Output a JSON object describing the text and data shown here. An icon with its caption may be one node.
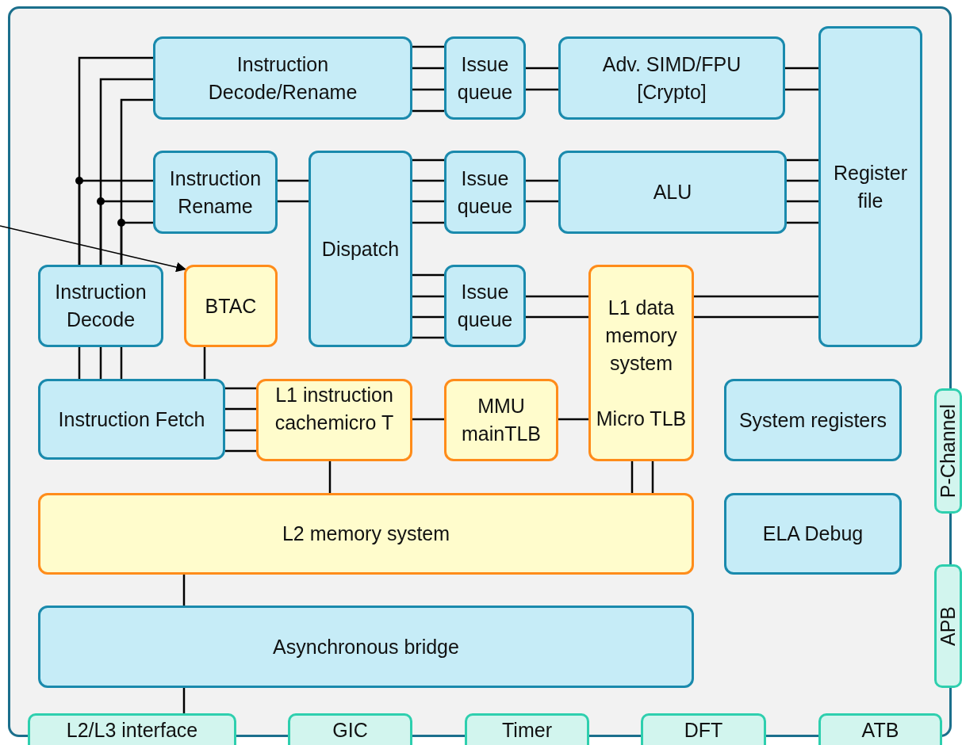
{
  "diagram": {
    "nodes": [
      {
        "text": [],
        "shape": "box"
      },
      {
        "text": [
          "Instruction Decode/Rename"
        ],
        "in": 0
      },
      {
        "text": [
          "Issue queue"
        ],
        "in": 0
      },
      {
        "text": [
          "Adv. SIMD/FPU [Crypto]"
        ],
        "in": 0
      },
      {
        "text": [
          "Register file"
        ],
        "in": 0
      },
      {
        "text": [
          "Instruction Rename"
        ],
        "in": 0
      },
      {
        "text": [
          "Dispatch"
        ],
        "in": 0
      },
      {
        "text": [
          "Issue queue"
        ],
        "in": 0
      },
      {
        "text": [
          "ALU"
        ],
        "in": 0
      },
      {
        "text": [
          "Instruction Decode"
        ],
        "in": 0
      },
      {
        "text": [
          "BTAC"
        ],
        "in": 0
      },
      {
        "text": [
          "Issue queue"
        ],
        "in": 0
      },
      {
        "text": [
          "L1 data memory system",
          "Micro TLB"
        ],
        "in": 0
      },
      {
        "text": [
          "Instruction Fetch"
        ],
        "in": 0
      },
      {
        "text": [
          "L1 instruction cachemicro T"
        ],
        "in": 0
      },
      {
        "text": [
          "MMU mainTLB"
        ],
        "in": 0
      },
      {
        "text": [
          "System registers"
        ],
        "in": 0
      },
      {
        "text": [
          "L2 memory system"
        ],
        "in": 0
      },
      {
        "text": [
          "ELA Debug"
        ],
        "in": 0
      },
      {
        "text": [
          "Asynchronous bridge"
        ],
        "in": 0
      },
      {
        "text": [
          "L2/L3 interface"
        ]
      },
      {
        "text": [
          "GIC"
        ]
      },
      {
        "text": [
          "Timer"
        ]
      },
      {
        "text": [
          "DFT"
        ]
      },
      {
        "text": [
          "ATB"
        ]
      },
      {
        "text": [
          "P-Channel"
        ]
      },
      {
        "text": [
          "APB"
        ]
      }
    ],
    "edges": [
      {
        "from": 1,
        "to": 2,
        "arrow": "none"
      },
      {
        "from": 1,
        "to": 2,
        "arrow": "none"
      },
      {
        "from": 1,
        "to": 2,
        "arrow": "none"
      },
      {
        "from": 1,
        "to": 2,
        "arrow": "none"
      },
      {
        "from": 2,
        "to": 3,
        "arrow": "none"
      },
      {
        "from": 2,
        "to": 3,
        "arrow": "none"
      },
      {
        "from": 3,
        "to": 4,
        "arrow": "none"
      },
      {
        "from": 3,
        "to": 4,
        "arrow": "none"
      },
      {
        "from": 9,
        "to": 1,
        "arrow": "none"
      },
      {
        "from": 9,
        "to": 1,
        "arrow": "none"
      },
      {
        "from": 9,
        "to": 1,
        "arrow": "none"
      },
      {
        "from": 9,
        "to": 5,
        "arrow": "none"
      },
      {
        "from": 9,
        "to": 5,
        "arrow": "none"
      },
      {
        "from": 9,
        "to": 5,
        "arrow": "none"
      },
      {
        "from": 13,
        "to": 9,
        "arrow": "none"
      },
      {
        "from": 13,
        "to": 9,
        "arrow": "none"
      },
      {
        "from": 13,
        "to": 9,
        "arrow": "none"
      },
      {
        "from": 5,
        "to": 6,
        "arrow": "none"
      },
      {
        "from": 5,
        "to": 6,
        "arrow": "none"
      },
      {
        "from": 6,
        "to": 7,
        "arrow": "none"
      },
      {
        "from": 6,
        "to": 7,
        "arrow": "none"
      },
      {
        "from": 6,
        "to": 7,
        "arrow": "none"
      },
      {
        "from": 6,
        "to": 7,
        "arrow": "none"
      },
      {
        "from": 7,
        "to": 8,
        "arrow": "none"
      },
      {
        "from": 7,
        "to": 8,
        "arrow": "none"
      },
      {
        "from": 8,
        "to": 4,
        "arrow": "none"
      },
      {
        "from": 8,
        "to": 4,
        "arrow": "none"
      },
      {
        "from": 8,
        "to": 4,
        "arrow": "none"
      },
      {
        "from": 8,
        "to": 4,
        "arrow": "none"
      },
      {
        "from": 6,
        "to": 11,
        "arrow": "none"
      },
      {
        "from": 6,
        "to": 11,
        "arrow": "none"
      },
      {
        "from": 6,
        "to": 11,
        "arrow": "none"
      },
      {
        "from": 6,
        "to": 11,
        "arrow": "none"
      },
      {
        "from": 11,
        "to": 12,
        "arrow": "none"
      },
      {
        "from": 11,
        "to": 12,
        "arrow": "none"
      },
      {
        "from": 12,
        "to": 4,
        "arrow": "none"
      },
      {
        "from": 12,
        "to": 4,
        "arrow": "none"
      },
      {
        "from": 10,
        "to": 13,
        "arrow": "none"
      },
      {
        "from": 13,
        "to": 14,
        "arrow": "none"
      },
      {
        "from": 13,
        "to": 14,
        "arrow": "none"
      },
      {
        "from": 13,
        "to": 14,
        "arrow": "none"
      },
      {
        "from": 13,
        "to": 14,
        "arrow": "none"
      },
      {
        "from": 14,
        "to": 15,
        "arrow": "none"
      },
      {
        "from": 15,
        "to": 12,
        "arrow": "none"
      },
      {
        "from": 14,
        "to": 17,
        "arrow": "none"
      },
      {
        "from": 12,
        "to": 17,
        "arrow": "none"
      },
      {
        "from": 12,
        "to": 17,
        "arrow": "none"
      },
      {
        "from": 17,
        "to": 19,
        "arrow": "none"
      },
      {
        "from": 19,
        "to": 20,
        "arrow": "none"
      },
      {
        "from": null,
        "to": 10,
        "arrow": "to"
      }
    ]
  }
}
